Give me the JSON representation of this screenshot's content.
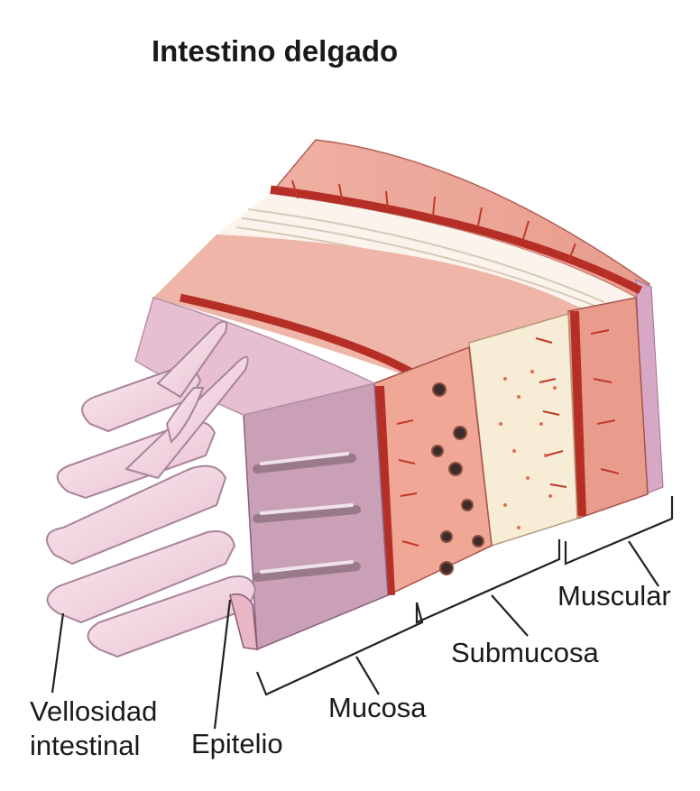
{
  "title": "Intestino delgado",
  "labels": {
    "muscular": "Muscular",
    "submucosa": "Submucosa",
    "mucosa": "Mucosa",
    "vellosidad_line1": "Vellosidad",
    "vellosidad_line2": "intestinal",
    "epitelio": "Epitelio"
  },
  "colors": {
    "muscle": "#e9998a",
    "muscle_dark": "#c8382f",
    "submucosa": "#f6ead6",
    "mucosa": "#e8b7b1",
    "villi": "#f5d9e2",
    "villi_shadow": "#d9a9bd",
    "serosa": "#d9a7c6",
    "text": "#1a1a1a"
  }
}
